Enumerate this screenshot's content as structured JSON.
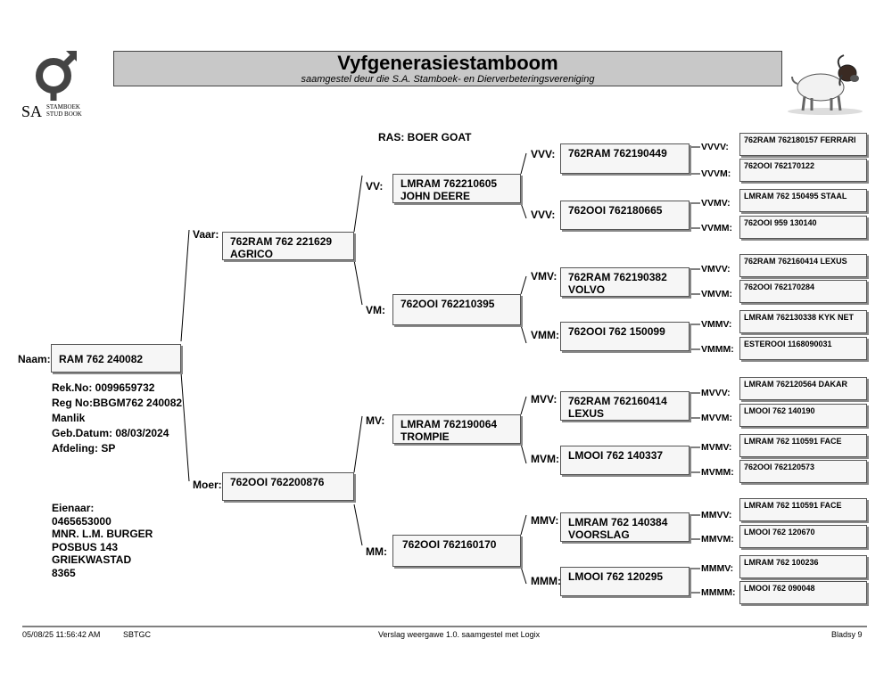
{
  "header": {
    "title": "Vyfgenerasiestamboom",
    "subtitle": "saamgestel deur die S.A. Stamboek- en Dierverbeteringsvereniging",
    "logo_text_sa": "SA",
    "logo_text_top": "STAMBOEK",
    "logo_text_bottom": "STUD BOOK"
  },
  "breed": "RAS: BOER GOAT",
  "animal": {
    "label": "Naam:",
    "name": "RAM 762 240082",
    "details": [
      "Rek.No: 0099659732",
      "Reg No:BBGM762 240082",
      "Manlik",
      "Geb.Datum: 08/03/2024",
      "Afdeling: SP"
    ]
  },
  "owner": [
    "Eienaar:",
    "0465653000",
    "MNR. L.M. BURGER",
    "POSBUS 143",
    "GRIEKWASTAD",
    "8365"
  ],
  "gen1": {
    "sire": {
      "label": "Vaar:",
      "line1": "762RAM 762 221629",
      "line2": "AGRICO"
    },
    "dam": {
      "label": "Moer:",
      "line1": "762OOI 762200876",
      "line2": ""
    }
  },
  "gen2": {
    "vv": {
      "label": "VV:",
      "line1": "LMRAM 762210605",
      "line2": "JOHN DEERE"
    },
    "vm": {
      "label": "VM:",
      "line1": "762OOI 762210395",
      "line2": ""
    },
    "mv": {
      "label": "MV:",
      "line1": "LMRAM 762190064",
      "line2": "TROMPIE"
    },
    "mm": {
      "label": "MM:",
      "line1": "762OOI 762160170",
      "line2": ""
    }
  },
  "gen3": {
    "vvv": {
      "label": "VVV:",
      "line1": "762RAM 762190449",
      "line2": ""
    },
    "vvm": {
      "label": "VVV:",
      "line1": "762OOI 762180665",
      "line2": ""
    },
    "vmv": {
      "label": "VMV:",
      "line1": "762RAM 762190382",
      "line2": "VOLVO"
    },
    "vmm": {
      "label": "VMM:",
      "line1": "762OOI 762 150099",
      "line2": ""
    },
    "mvv": {
      "label": "MVV:",
      "line1": "762RAM 762160414",
      "line2": "LEXUS"
    },
    "mvm": {
      "label": "MVM:",
      "line1": "LMOOI 762 140337",
      "line2": ""
    },
    "mmv": {
      "label": "MMV:",
      "line1": "LMRAM 762 140384",
      "line2": "VOORSLAG"
    },
    "mmm": {
      "label": "MMM:",
      "line1": "LMOOI 762 120295",
      "line2": ""
    }
  },
  "gen4": [
    {
      "label": "VVVV:",
      "name": "762RAM 762180157 FERRARI"
    },
    {
      "label": "VVVM:",
      "name": "762OOI 762170122"
    },
    {
      "label": "VVMV:",
      "name": "LMRAM 762 150495 STAAL"
    },
    {
      "label": "VVMM:",
      "name": "762OOI 959 130140"
    },
    {
      "label": "VMVV:",
      "name": "762RAM 762160414 LEXUS"
    },
    {
      "label": "VMVM:",
      "name": "762OOI 762170284"
    },
    {
      "label": "VMMV:",
      "name": "LMRAM 762130338 KYK NET"
    },
    {
      "label": "VMMM:",
      "name": "ESTEROOI 1168090031"
    },
    {
      "label": "MVVV:",
      "name": "LMRAM 762120564  DAKAR"
    },
    {
      "label": "MVVM:",
      "name": "LMOOI 762 140190"
    },
    {
      "label": "MVMV:",
      "name": "LMRAM 762 110591 FACE"
    },
    {
      "label": "MVMM:",
      "name": "762OOI 762120573"
    },
    {
      "label": "MMVV:",
      "name": "LMRAM 762 110591 FACE"
    },
    {
      "label": "MMVM:",
      "name": "LMOOI 762 120670"
    },
    {
      "label": "MMMV:",
      "name": "LMRAM 762 100236"
    },
    {
      "label": "MMMM:",
      "name": "LMOOI 762 090048"
    }
  ],
  "footer": {
    "timestamp": "05/08/25 11:56:42 AM",
    "code": "SBTGC",
    "report": "Verslag weergawe 1.0. saamgestel met Logix",
    "page": "Bladsy 9"
  }
}
